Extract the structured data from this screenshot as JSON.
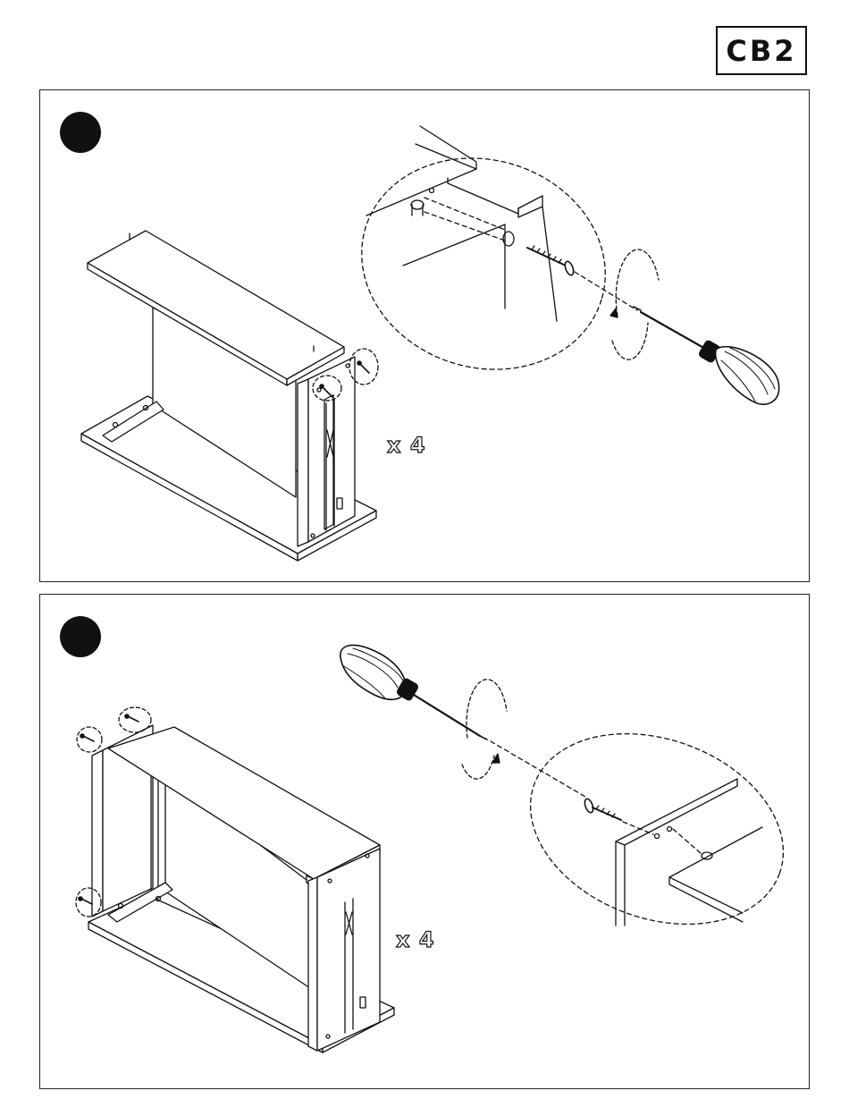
{
  "brand": {
    "logo_text": "CB2"
  },
  "steps": [
    {
      "quantity": "x 4",
      "parts": [
        "screwdriver-icon",
        "screw-icon"
      ]
    },
    {
      "quantity": "x 4",
      "parts": [
        "screwdriver-icon",
        "screw-icon"
      ]
    }
  ]
}
